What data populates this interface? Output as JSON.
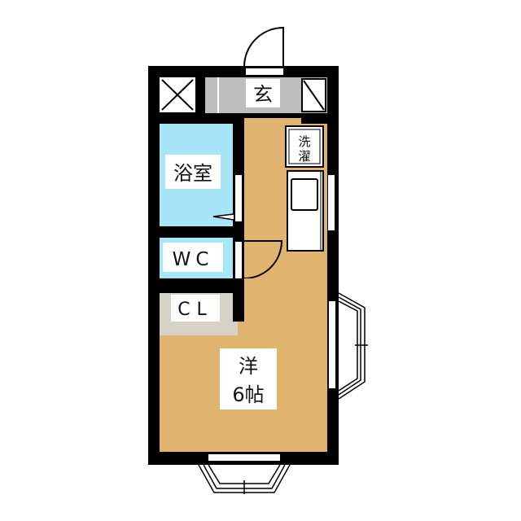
{
  "floorplan": {
    "rooms": {
      "entrance": "玄",
      "laundry": [
        "洗",
        "濯"
      ],
      "bathroom": "浴室",
      "toilet": "WC",
      "closet": "CL",
      "main_room_type": "洋",
      "main_room_size": "6帖"
    },
    "colors": {
      "wall": "#000000",
      "floor": "#E0B46E",
      "wet_area": "#A8E6F7",
      "entrance": "#BEBEBE",
      "closet": "#D7D2C6"
    }
  }
}
